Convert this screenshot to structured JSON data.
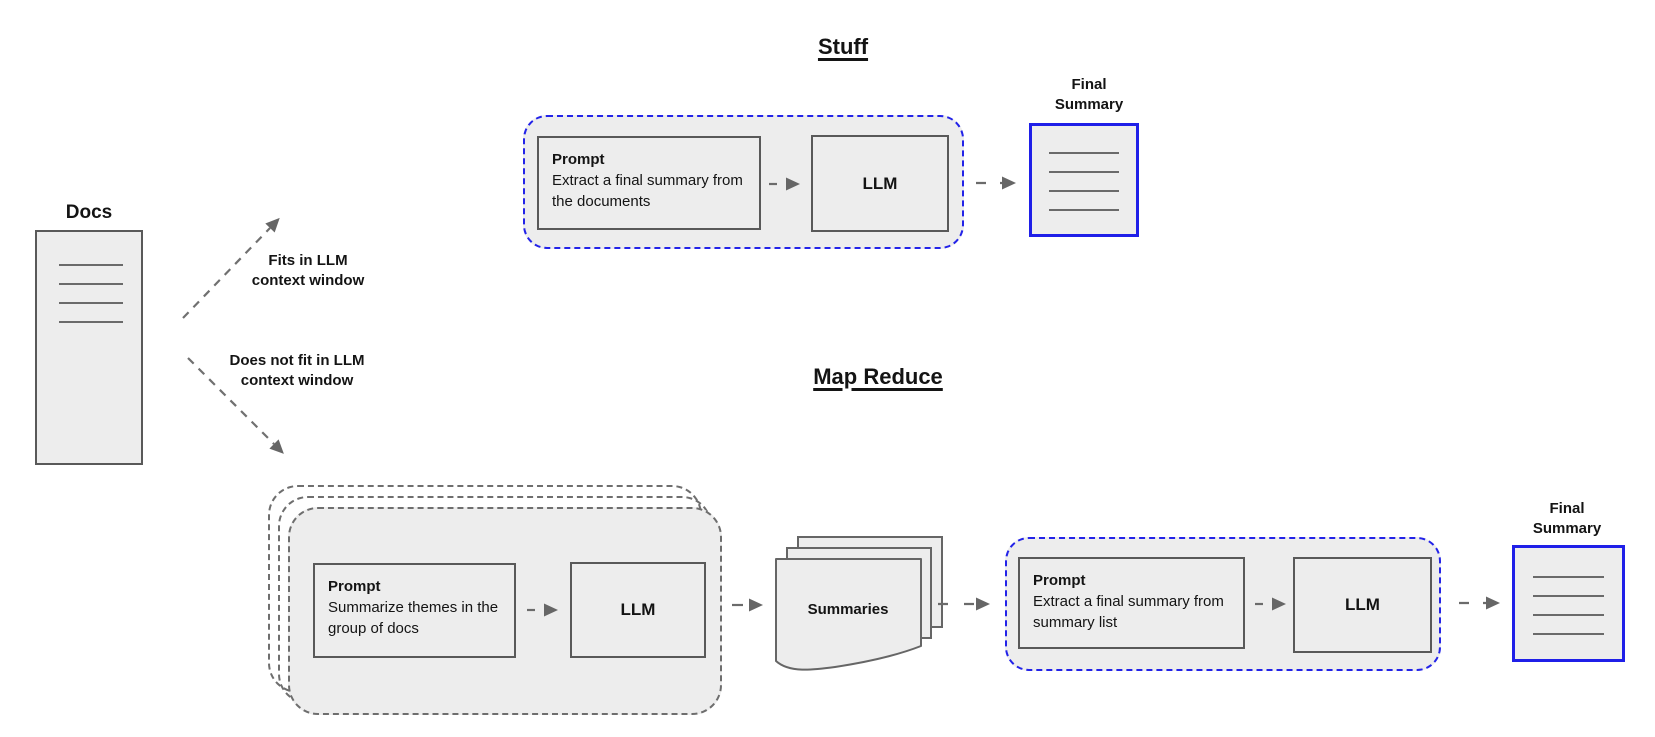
{
  "diagram": {
    "docs_label": "Docs",
    "branch_fits": "Fits in LLM\ncontext window",
    "branch_not_fit": "Does not fit in LLM\ncontext window",
    "stuff": {
      "title": "Stuff",
      "prompt_heading": "Prompt",
      "prompt_body": "Extract a final summary from the documents",
      "llm": "LLM",
      "final_summary": "Final\nSummary"
    },
    "map_reduce": {
      "title": "Map Reduce",
      "map_prompt_heading": "Prompt",
      "map_prompt_body": "Summarize themes in the group of docs",
      "map_llm": "LLM",
      "summaries": "Summaries",
      "reduce_prompt_heading": "Prompt",
      "reduce_prompt_body": "Extract a final summary from summary list",
      "reduce_llm": "LLM",
      "final_summary": "Final\nSummary"
    },
    "colors": {
      "accent_blue": "#2323e8",
      "shape_fill": "#ededed",
      "shape_border": "#595959",
      "dash_gray": "#6b6b6b"
    }
  }
}
